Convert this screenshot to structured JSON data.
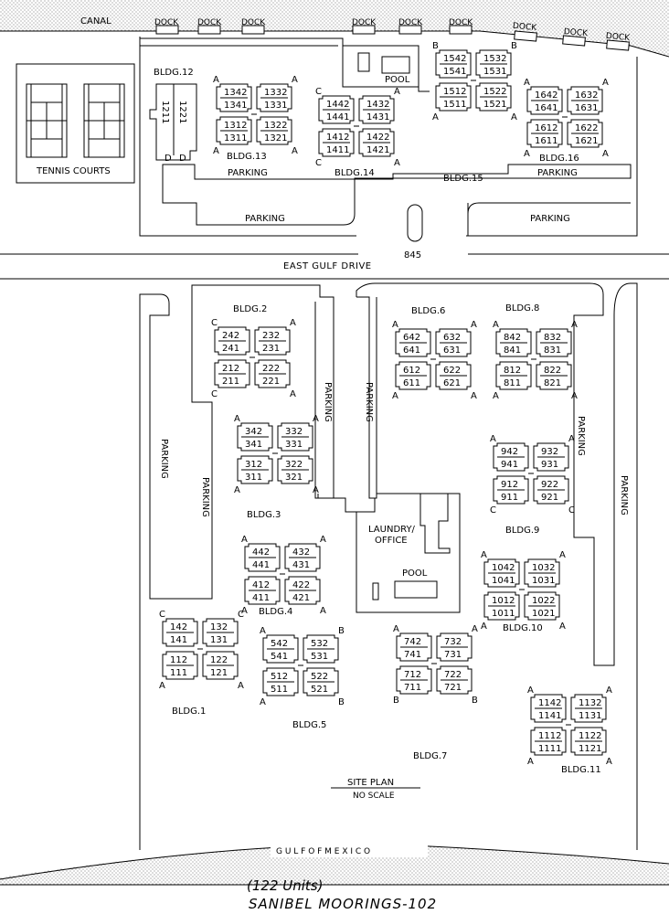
{
  "labels": {
    "canal": "CANAL",
    "dock": "DOCK",
    "tennis_courts": "TENNIS  COURTS",
    "pool": "POOL",
    "parking": "PARKING",
    "road": "EAST GULF DRIVE",
    "road_number": "845",
    "laundry": "LAUNDRY/",
    "office": "OFFICE",
    "site_plan": "SITE PLAN",
    "no_scale": "NO SCALE",
    "gulf": "G U L F   O F   M E X I C O",
    "units_count": "(122 Units)",
    "title": "SANIBEL MOORINGS-102"
  },
  "buildings": [
    {
      "name": "BLDG.12",
      "units": [
        "1211",
        "1221"
      ],
      "letters": [
        "D",
        "D"
      ]
    },
    {
      "name": "BLDG.13",
      "units": [
        "1342",
        "1341",
        "1332",
        "1331",
        "1312",
        "1311",
        "1322",
        "1321"
      ],
      "letters": [
        "A",
        "A",
        "A",
        "A"
      ]
    },
    {
      "name": "BLDG.14",
      "units": [
        "1442",
        "1441",
        "1432",
        "1431",
        "1412",
        "1411",
        "1422",
        "1421"
      ],
      "letters": [
        "C",
        "A",
        "C",
        "A"
      ]
    },
    {
      "name": "BLDG.15",
      "units": [
        "1542",
        "1541",
        "1532",
        "1531",
        "1512",
        "1511",
        "1522",
        "1521"
      ],
      "letters": [
        "B",
        "B",
        "A",
        "A"
      ]
    },
    {
      "name": "BLDG.16",
      "units": [
        "1642",
        "1641",
        "1632",
        "1631",
        "1612",
        "1611",
        "1622",
        "1621"
      ],
      "letters": [
        "A",
        "A",
        "A",
        "A"
      ]
    },
    {
      "name": "BLDG.2",
      "units": [
        "242",
        "241",
        "232",
        "231",
        "212",
        "211",
        "222",
        "221"
      ],
      "letters": [
        "C",
        "A",
        "C",
        "A"
      ]
    },
    {
      "name": "BLDG.3",
      "units": [
        "342",
        "341",
        "332",
        "331",
        "312",
        "311",
        "322",
        "321"
      ],
      "letters": [
        "A",
        "A",
        "A",
        "A"
      ]
    },
    {
      "name": "BLDG.4",
      "units": [
        "442",
        "441",
        "432",
        "431",
        "412",
        "411",
        "422",
        "421"
      ],
      "letters": [
        "A",
        "A",
        "A",
        "A"
      ]
    },
    {
      "name": "BLDG.6",
      "units": [
        "642",
        "641",
        "632",
        "631",
        "612",
        "611",
        "622",
        "621"
      ],
      "letters": [
        "A",
        "A",
        "A",
        "A"
      ]
    },
    {
      "name": "BLDG.8",
      "units": [
        "842",
        "841",
        "832",
        "831",
        "812",
        "811",
        "822",
        "821"
      ],
      "letters": [
        "A",
        "A",
        "A",
        "A"
      ]
    },
    {
      "name": "BLDG.9",
      "units": [
        "942",
        "941",
        "932",
        "931",
        "912",
        "911",
        "922",
        "921"
      ],
      "letters": [
        "A",
        "A",
        "C",
        "C"
      ]
    },
    {
      "name": "BLDG.10",
      "units": [
        "1042",
        "1041",
        "1032",
        "1031",
        "1012",
        "1011",
        "1022",
        "1021"
      ],
      "letters": [
        "A",
        "A",
        "A",
        "A"
      ]
    },
    {
      "name": "BLDG.1",
      "units": [
        "142",
        "141",
        "132",
        "131",
        "112",
        "111",
        "122",
        "121"
      ],
      "letters": [
        "C",
        "C",
        "A",
        "A"
      ]
    },
    {
      "name": "BLDG.5",
      "units": [
        "542",
        "541",
        "532",
        "531",
        "512",
        "511",
        "522",
        "521"
      ],
      "letters": [
        "A",
        "B",
        "A",
        "B"
      ]
    },
    {
      "name": "BLDG.7",
      "units": [
        "742",
        "741",
        "732",
        "731",
        "712",
        "711",
        "722",
        "721"
      ],
      "letters": [
        "A",
        "A",
        "B",
        "B"
      ]
    },
    {
      "name": "BLDG.11",
      "units": [
        "1142",
        "1141",
        "1132",
        "1131",
        "1112",
        "1111",
        "1122",
        "1121"
      ],
      "letters": [
        "A",
        "A",
        "A",
        "A"
      ]
    }
  ]
}
